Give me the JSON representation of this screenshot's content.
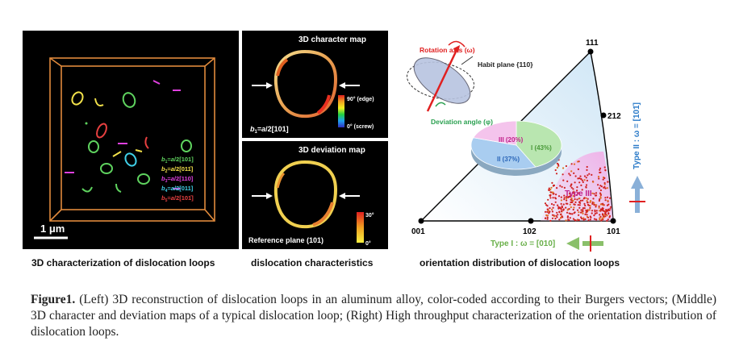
{
  "left_panel": {
    "scale_bar_label": "1 μm",
    "burgers_legend": [
      {
        "sub": "1",
        "vec": "[101]",
        "color": "#5fd35f"
      },
      {
        "sub": "2",
        "vec": "[011̄]",
        "color": "#f2e14a"
      },
      {
        "sub": "3",
        "vec": "[110]",
        "color": "#e040e0"
      },
      {
        "sub": "4",
        "vec": "[011]",
        "color": "#40d0e8"
      },
      {
        "sub": "5",
        "vec": "[101̄]",
        "color": "#e84040"
      }
    ],
    "caption": "3D characterization of dislocation loops"
  },
  "middle_top": {
    "title": "3D character map",
    "colorbar_top": "90° (edge)",
    "colorbar_bottom": "0° (screw)",
    "burgers_sub": "1",
    "burgers_rest": "[101]"
  },
  "middle_bottom": {
    "title": "3D deviation map",
    "colorbar_top": "30°",
    "colorbar_bottom": "0°",
    "reference_plane": "Reference plane (101)"
  },
  "middle_caption": "dislocation characteristics",
  "right_panel": {
    "corners": {
      "c111": "111",
      "c001": "001",
      "c101": "101",
      "c212": "212",
      "c102": "102"
    },
    "rotation_axis": "Rotation axis (ω)",
    "habit_plane": "Habit plane {110}",
    "deviation_angle": "Deviation angle (φ)",
    "type_iii": "Type III",
    "type_i": "Type I : ω = [010]",
    "type_ii": "Type II : ω = [101̄]",
    "pie": [
      {
        "label": "I (43%)",
        "value": 43,
        "color": "#b9e6b0",
        "text_color": "#4a9a3a"
      },
      {
        "label": "II (37%)",
        "value": 37,
        "color": "#a9cdf0",
        "text_color": "#2a66b8"
      },
      {
        "label": "III (20%)",
        "value": 20,
        "color": "#f4c4ec",
        "text_color": "#c0208a"
      }
    ],
    "caption": "orientation distribution of dislocation loops"
  },
  "figure_caption": {
    "label": "Figure1.",
    "text": " (Left) 3D reconstruction of dislocation loops in an aluminum alloy, color-coded according to their Burgers vectors; (Middle) 3D character and deviation maps of a typical dislocation loop; (Right) High throughput characterization of the orientation distribution of dislocation loops."
  }
}
